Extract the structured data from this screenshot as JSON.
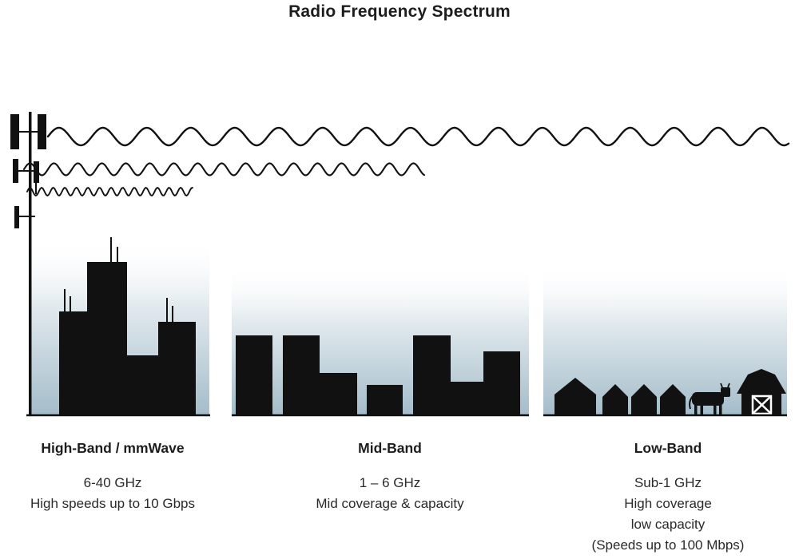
{
  "title": "Radio Frequency Spectrum",
  "bands": [
    {
      "id": "high",
      "name": "High-Band / mmWave",
      "frequency": "6-40 GHz",
      "description_lines": [
        "High speeds up to 10 Gbps"
      ]
    },
    {
      "id": "mid",
      "name": "Mid-Band",
      "frequency": "1 – 6 GHz",
      "description_lines": [
        "Mid coverage & capacity"
      ]
    },
    {
      "id": "low",
      "name": "Low-Band",
      "frequency": "Sub-1 GHz",
      "description_lines": [
        "High coverage",
        "low capacity",
        "(Speeds up to 100 Mbps)"
      ]
    }
  ],
  "colors": {
    "silhouette": "#111111",
    "sky_gradient_bottom": "#9fb9c7",
    "text": "#1d1d1d"
  }
}
